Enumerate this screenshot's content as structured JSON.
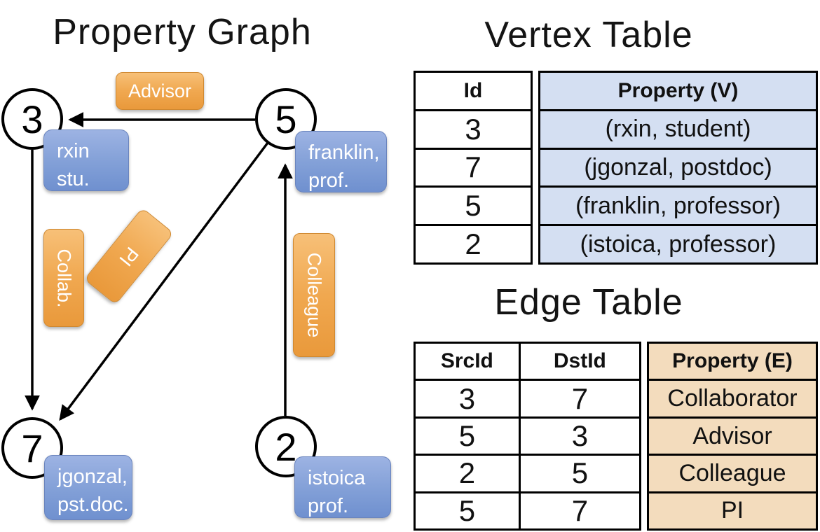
{
  "graph": {
    "title": "Property Graph",
    "nodes": {
      "n3": {
        "id": "3",
        "line1": "rxin",
        "line2": "stu."
      },
      "n5": {
        "id": "5",
        "line1": "franklin,",
        "line2": "prof."
      },
      "n7": {
        "id": "7",
        "line1": "jgonzal,",
        "line2": "pst.doc."
      },
      "n2": {
        "id": "2",
        "line1": "istoica",
        "line2": "prof."
      }
    },
    "edge_labels": {
      "advisor": "Advisor",
      "collab": "Collab.",
      "pi": "PI",
      "colleague": "Colleague"
    }
  },
  "vertex_table": {
    "title": "Vertex Table",
    "columns": {
      "id": "Id",
      "property": "Property (V)"
    },
    "rows": [
      {
        "id": "3",
        "property": "(rxin, student)"
      },
      {
        "id": "7",
        "property": "(jgonzal, postdoc)"
      },
      {
        "id": "5",
        "property": "(franklin, professor)"
      },
      {
        "id": "2",
        "property": "(istoica, professor)"
      }
    ]
  },
  "edge_table": {
    "title": "Edge Table",
    "columns": {
      "src": "SrcId",
      "dst": "DstId",
      "property": "Property (E)"
    },
    "rows": [
      {
        "src": "3",
        "dst": "7",
        "property": "Collaborator"
      },
      {
        "src": "5",
        "dst": "3",
        "property": "Advisor"
      },
      {
        "src": "2",
        "dst": "5",
        "property": "Colleague"
      },
      {
        "src": "5",
        "dst": "7",
        "property": "PI"
      }
    ]
  },
  "colors": {
    "edge_label_orange": "#f0a850",
    "vertex_label_blue": "#84a1d8",
    "vertex_table_fill": "#d4dff2",
    "edge_table_fill": "#f3dcbd",
    "line": "#000000"
  }
}
